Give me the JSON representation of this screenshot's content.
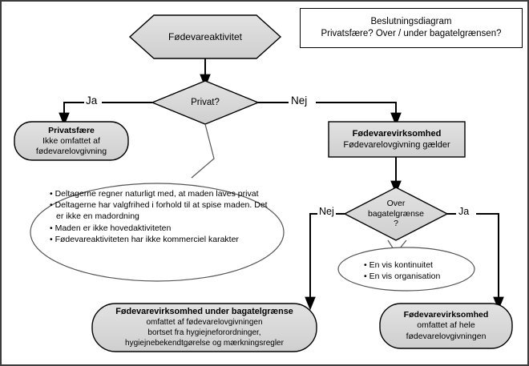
{
  "diagram": {
    "legend": {
      "line1": "Beslutningsdiagram",
      "line2": "Privatsfære? Over / under bagatelgrænsen?"
    },
    "start": {
      "label": "Fødevareaktivitet"
    },
    "decision_private": {
      "label": "Privat?"
    },
    "decision_bagatel": {
      "line1": "Over",
      "line2": "bagatelgrænse",
      "line3": "?"
    },
    "edge_labels": {
      "private_yes": "Ja",
      "private_no": "Nej",
      "bagatel_no": "Nej",
      "bagatel_yes": "Ja"
    },
    "outcome_private": {
      "title": "Privatsfære",
      "line2": "Ikke omfattet af",
      "line3": "fødevarelovgivning"
    },
    "business": {
      "title": "Fødevarevirksomhed",
      "line2": "Fødevarelovgivning gælder"
    },
    "callout_private": {
      "bullets": [
        "• Deltagerne regner naturligt med, at maden laves privat",
        "• Deltagerne har valgfrihed i forhold til at spise maden. Det er ikke en madordning",
        "• Maden er ikke hovedaktiviteten",
        "• Fødevareaktiviteten har ikke kommerciel karakter"
      ]
    },
    "callout_bagatel": {
      "bullets": [
        "• En vis kontinuitet",
        "• En vis organisation"
      ]
    },
    "outcome_under": {
      "title": "Fødevarevirksomhed under bagatelgrænse",
      "line2": "omfattet af fødevarelovgivningen",
      "line3": "bortset fra hygiejneforordninger,",
      "line4": "hygiejnebekendtgørelse og mærkningsregler"
    },
    "outcome_full": {
      "title": "Fødevarevirksomhed",
      "line2": "omfattet af hele",
      "line3": "fødevarelovgivningen"
    },
    "colors": {
      "shape_fill": "#d5d5d5",
      "shape_stroke": "#000000",
      "connector": "#000000",
      "frame": "#3d3d3d"
    }
  }
}
